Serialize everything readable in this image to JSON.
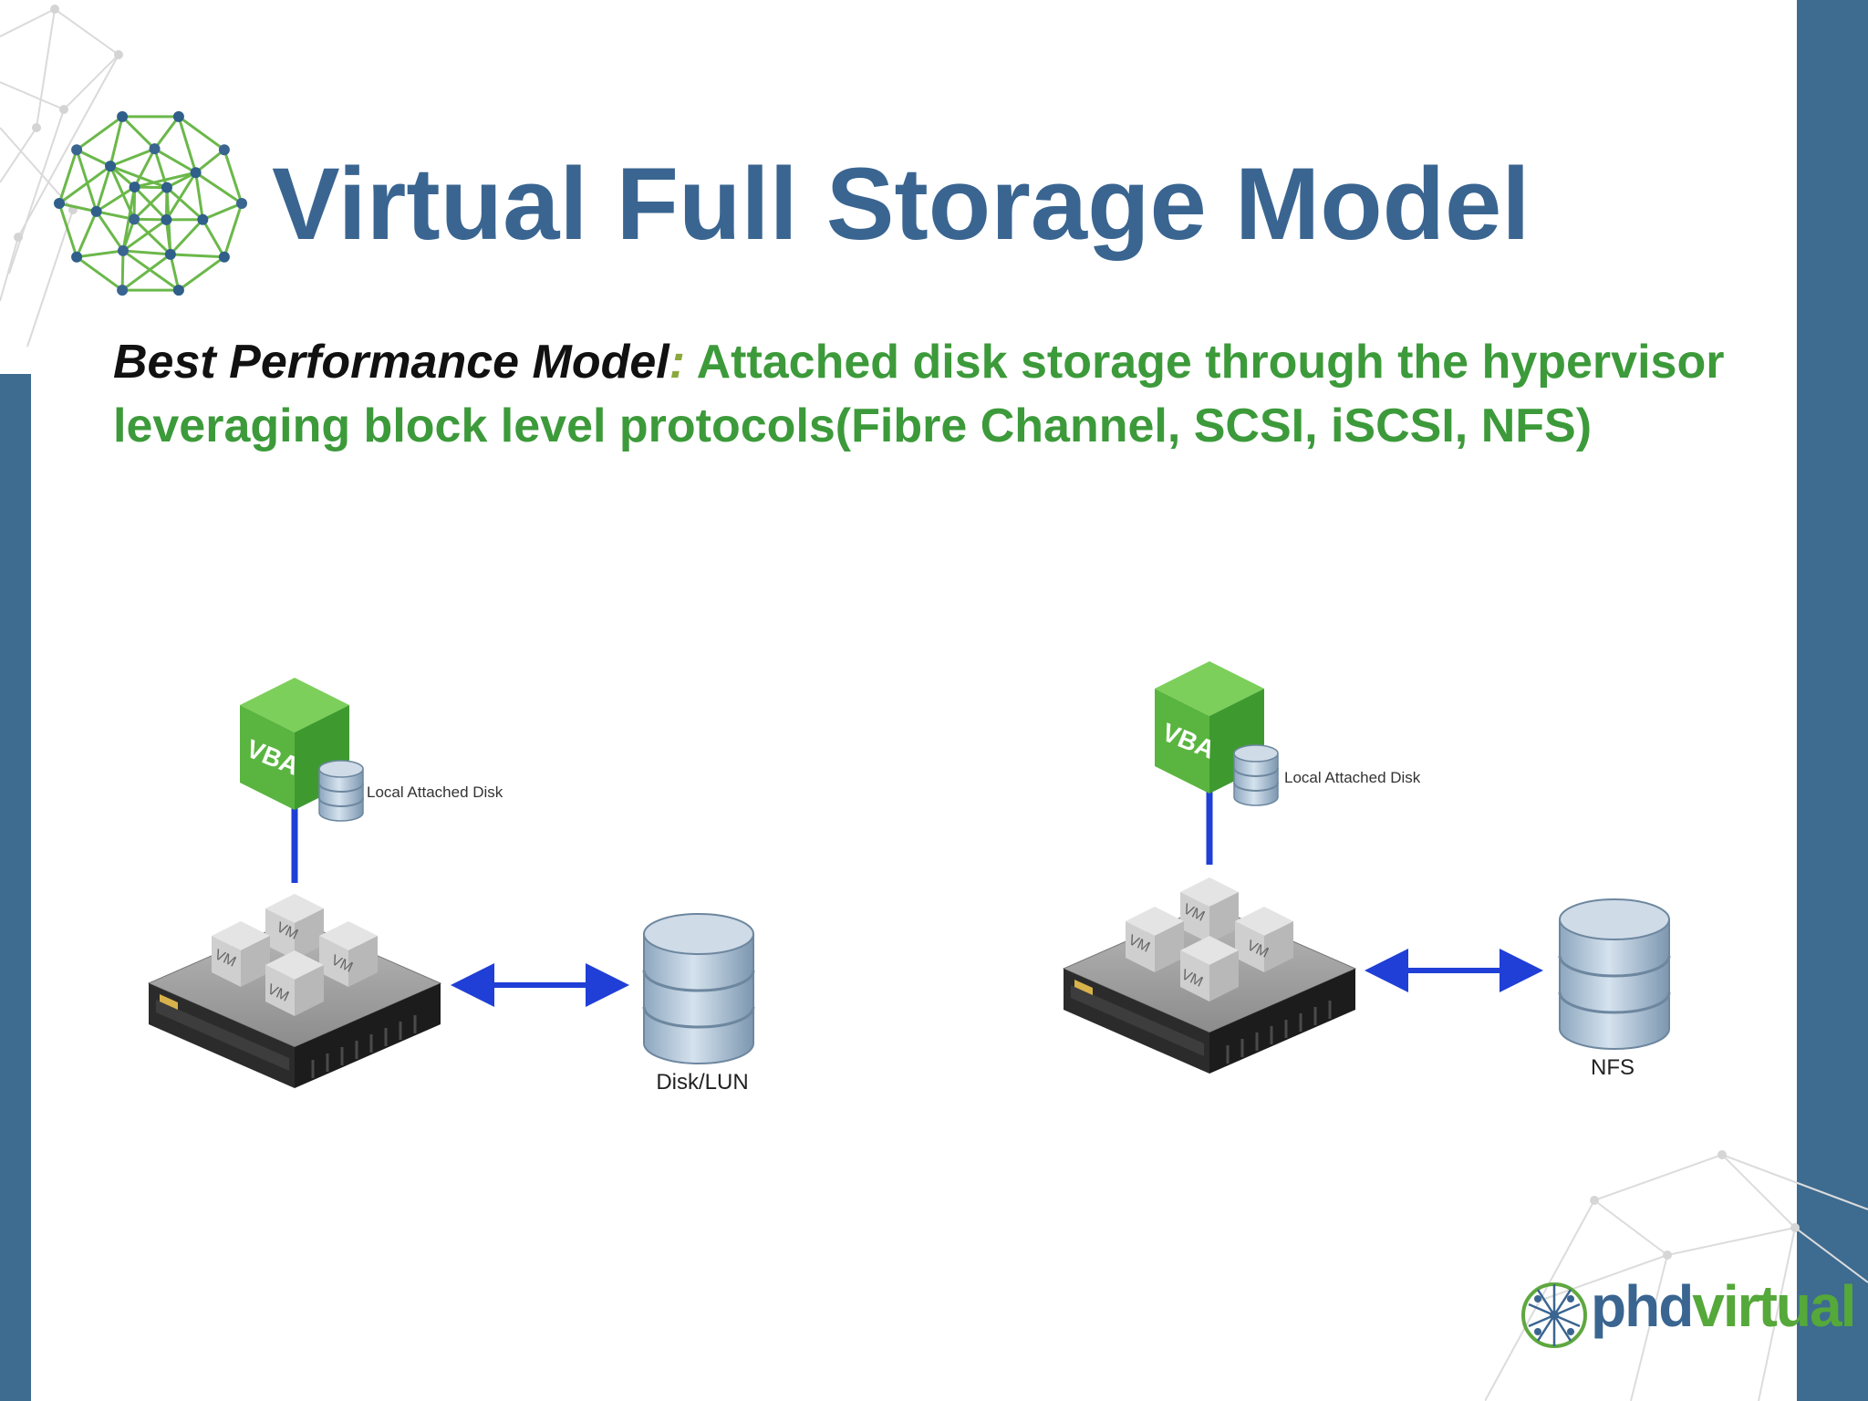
{
  "slide": {
    "title": "Virtual Full Storage Model",
    "subtitle_lead": "Best Performance Model",
    "subtitle_colon": ":",
    "subtitle_text": " Attached disk storage through the hypervisor leveraging block level protocols(Fibre Channel, SCSI, iSCSI, NFS)"
  },
  "diagram_left": {
    "appliance_label": "VBA",
    "vm_labels": [
      "VM",
      "VM",
      "VM",
      "VM"
    ],
    "local_disk_label": "Local Attached Disk",
    "storage_label": "Disk/LUN"
  },
  "diagram_right": {
    "appliance_label": "VBA",
    "vm_labels": [
      "VM",
      "VM",
      "VM",
      "VM"
    ],
    "local_disk_label": "Local Attached Disk",
    "storage_label": "NFS"
  },
  "logo": {
    "part1": "phd",
    "part2": "virtual"
  },
  "colors": {
    "brand_blue": "#3e6b90",
    "title_blue": "#3a6591",
    "text_green": "#3c9a3a",
    "arrow_blue": "#1f3fd6",
    "cube_green": "#5ab540"
  }
}
